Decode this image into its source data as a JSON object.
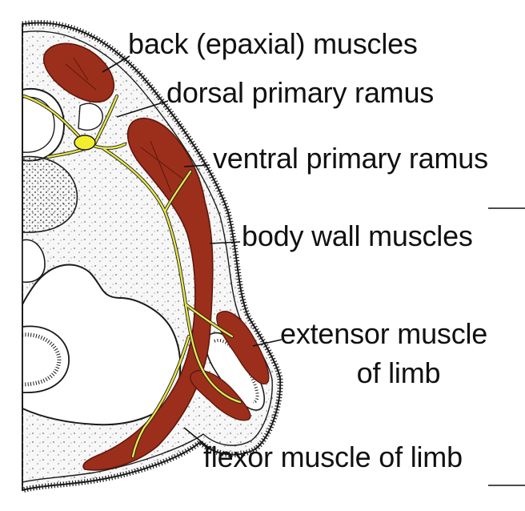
{
  "labels": {
    "back_muscles": "back (epaxial) muscles",
    "dorsal_ramus": "dorsal primary ramus",
    "ventral_ramus": "ventral primary ramus",
    "body_wall": "body wall muscles",
    "extensor_line1": "extensor muscle",
    "extensor_line2": "of limb",
    "flexor": "flexor muscle of limb"
  },
  "colors": {
    "muscle": "#9c2f1c",
    "muscle_dark": "#6e1e10",
    "nerve": "#e7e64a",
    "ganglion": "#f2ee2c",
    "outline": "#1a1a1a",
    "stipple": "#6a6a6a"
  }
}
